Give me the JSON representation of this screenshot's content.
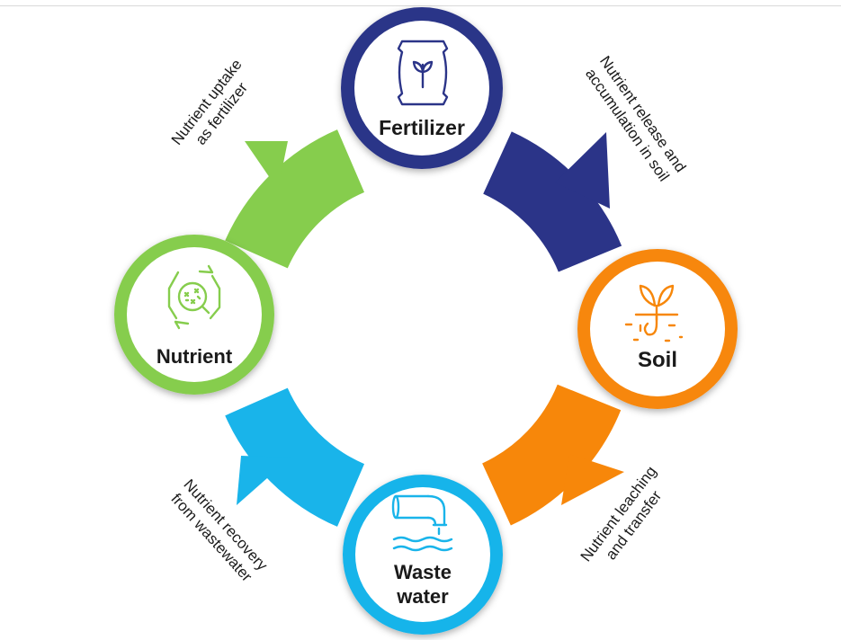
{
  "nodes": {
    "fertilizer": {
      "label": "Fertilizer",
      "icon": "fertilizer-bag-icon",
      "color": "#2b3488"
    },
    "soil": {
      "label": "Soil",
      "icon": "sprouting-seed-icon",
      "color": "#f7870a"
    },
    "wastewater": {
      "label_line1": "Waste",
      "label_line2": "water",
      "icon": "drain-pipe-icon",
      "color": "#19b4ea"
    },
    "nutrient": {
      "label": "Nutrient",
      "icon": "nutrient-recycle-icon",
      "color": "#86cd4d"
    }
  },
  "edges": {
    "fertilizer_to_soil": {
      "line1": "Nutrient release and",
      "line2": "accumulation in soil"
    },
    "soil_to_wastewater": {
      "line1": "Nutrient leaching",
      "line2": "and transfer"
    },
    "wastewater_to_nutrient": {
      "line1": "Nutrient recovery",
      "line2": "from wastewater"
    },
    "nutrient_to_fertilizer": {
      "line1": "Nutrient uptake",
      "line2": "as fertilizer"
    }
  }
}
